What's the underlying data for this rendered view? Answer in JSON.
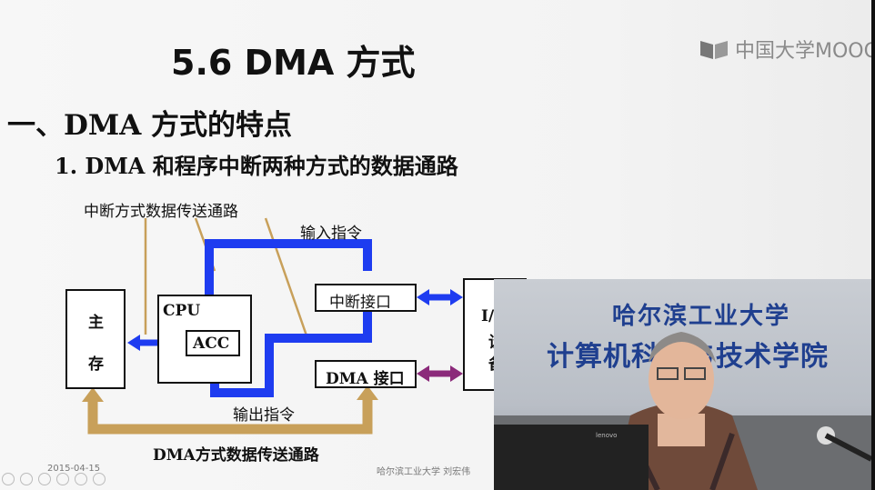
{
  "slide": {
    "title": "5.6 DMA 方式",
    "heading": "一、DMA 方式的特点",
    "subheading": "1. DMA 和程序中断两种方式的数据通路",
    "brand": "中国大学MOOC",
    "footer_date": "2015-04-15",
    "footer_author": "哈尔滨工业大学  刘宏伟"
  },
  "diagram": {
    "interrupt_path_label": "中断方式数据传送通路",
    "input_instr_label": "输入指令",
    "output_instr_label": "输出指令",
    "dma_path_label": "DMA方式数据传送通路",
    "memory_label_1": "主",
    "memory_label_2": "存",
    "cpu_label": "CPU",
    "acc_label": "ACC",
    "interrupt_interface_label": "中断接口",
    "dma_interface_label": "DMA 接口",
    "io_label_1": "I/O",
    "io_label_2": "设",
    "io_label_3": "备",
    "colors": {
      "interrupt_path": "#1e3cf0",
      "dma_path": "#c8a05a",
      "dma_arrow": "#8b2a7a",
      "guide_line": "#c8a05a"
    }
  },
  "video": {
    "sign_line1": "哈尔滨工业大学",
    "sign_line2": "计算机科学与技术学院",
    "laptop_label": "lenovo"
  }
}
